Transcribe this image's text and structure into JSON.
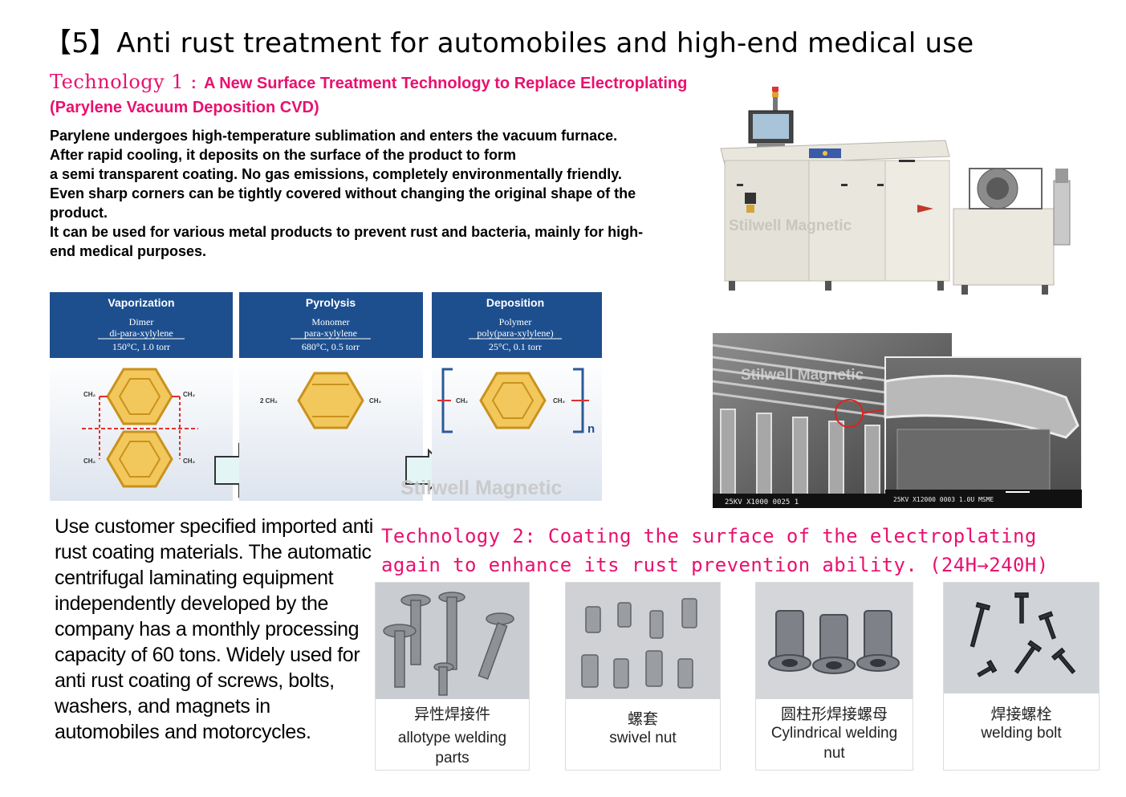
{
  "title": "【5】Anti rust treatment for automobiles and high-end medical use",
  "tech1": {
    "label": "Technology 1 : ",
    "heading": "A New Surface Treatment Technology to Replace Electroplating (Parylene Vacuum Deposition CVD)",
    "paragraphs": [
      "Parylene undergoes high-temperature sublimation and enters the vacuum furnace. After rapid cooling, it deposits on the surface of the product to form",
      "a semi transparent coating. No gas emissions, completely environmentally friendly. Even sharp corners can be tightly covered without changing the original shape of the product.",
      "It can be used for various metal products to prevent rust and bacteria, mainly for high-end medical purposes."
    ]
  },
  "diagram": {
    "panels": [
      {
        "title": "Vaporization",
        "line1": "Dimer",
        "line2": "di-para-xylylene",
        "line3": "150°C, 1.0 torr"
      },
      {
        "title": "Pyrolysis",
        "line1": "Monomer",
        "line2": "para-xylylene",
        "line3": "680°C, 0.5 torr"
      },
      {
        "title": "Deposition",
        "line1": "Polymer",
        "line2": "poly(para-xylylene)",
        "line3": "25°C, 0.1 torr"
      }
    ],
    "ch2": "CH₂",
    "two_ch2": "2 CH₂",
    "n": "n",
    "watermark": "Stilwell Magnetic"
  },
  "machine_watermark": "Stilwell Magnetic",
  "sem": {
    "watermark": "Stilwell Magnetic",
    "label_left": "25KV X1000  0025  1",
    "label_right": "25KV X12000  0003   1.0U MSME"
  },
  "left_paragraph": "Use customer specified imported anti rust coating materials. The automatic centrifugal laminating equipment independently developed by the company has a monthly processing capacity of 60 tons. Widely used for anti rust coating of screws, bolts, washers, and magnets in automobiles and motorcycles.",
  "tech2": {
    "line1": "Technology 2:  Coating the surface of the electroplating",
    "line2": "again to enhance its rust prevention ability.  (24H→240H)"
  },
  "products": [
    {
      "zh": "异性焊接件",
      "en1": "allotype welding",
      "en2": "parts"
    },
    {
      "zh": "螺套",
      "en1": "swivel nut",
      "en2": ""
    },
    {
      "zh": "圆柱形焊接螺母",
      "en1": "Cylindrical welding",
      "en2": "nut"
    },
    {
      "zh": "焊接螺栓",
      "en1": "welding bolt",
      "en2": ""
    }
  ],
  "colors": {
    "accent_pink": "#e8116f",
    "diagram_blue": "#1d4f8f",
    "hexagon_fill": "#f2c75c",
    "hexagon_stroke": "#c9921c",
    "bond_red": "#e03030"
  }
}
